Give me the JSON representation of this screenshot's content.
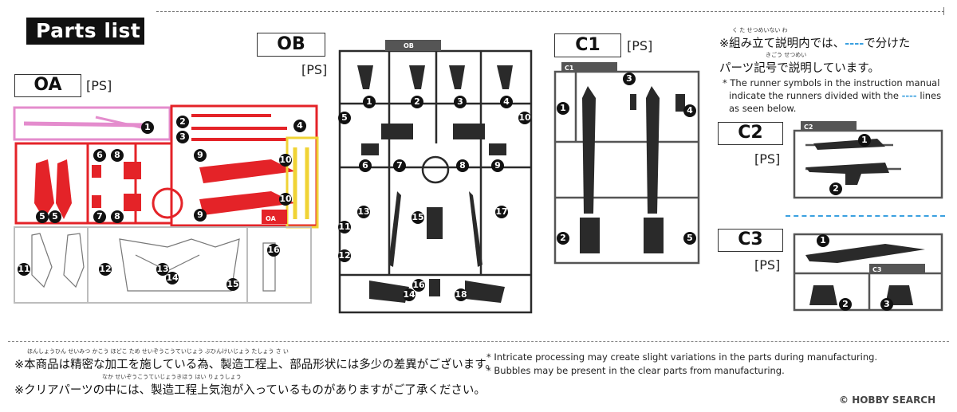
{
  "header": {
    "title": "Parts list"
  },
  "runners": {
    "oa": {
      "label": "OA",
      "ps": "[PS]",
      "tag": "OA",
      "numbers": [
        "1",
        "2",
        "3",
        "4",
        "5",
        "5",
        "6",
        "7",
        "8",
        "8",
        "9",
        "9",
        "10",
        "10",
        "11",
        "12",
        "13",
        "14",
        "15",
        "16"
      ]
    },
    "ob": {
      "label": "OB",
      "ps": "[PS]",
      "tag": "OB",
      "numbers": [
        "1",
        "2",
        "3",
        "4",
        "5",
        "6",
        "7",
        "8",
        "9",
        "10",
        "11",
        "12",
        "13",
        "14",
        "15",
        "16",
        "17",
        "18"
      ]
    },
    "c1": {
      "label": "C1",
      "ps": "[PS]",
      "tag": "C1",
      "numbers": [
        "1",
        "2",
        "3",
        "4",
        "5"
      ]
    },
    "c2": {
      "label": "C2",
      "ps": "[PS]",
      "tag": "C2",
      "numbers": [
        "1",
        "2"
      ]
    },
    "c3": {
      "label": "C3",
      "ps": "[PS]",
      "tag": "C3",
      "numbers": [
        "1",
        "2",
        "3"
      ]
    }
  },
  "note": {
    "jp_line1_pre": "※組み立て説明内では、",
    "jp_line1_dash": "----",
    "jp_line1_post": "で分けた",
    "jp_line2": "パーツ記号で説明しています。",
    "ruby1": "く   た      せつめいない                             わ",
    "ruby2": "きごう    せつめい",
    "en_line1": "* The runner symbols in the instruction manual",
    "en_line2_pre": "indicate the runners divided with the",
    "en_line2_dash": "----",
    "en_line2_post": "lines",
    "en_line3": "as seen below."
  },
  "footer": {
    "ruby1": "ほんしょうひん   せいみつ  かこう  ほどこ                ため  せいぞうこうていじょう  ぶひんけいじょう         たしょう     さ   い",
    "jp1": "※本商品は精密な加工を施している為、製造工程上、部品形状には多少の差異がございます。",
    "ruby2": "なか                  せいぞうこうていじょうきほう  はい                                           りょうしょう",
    "jp2": "※クリアパーツの中には、製造工程上気泡が入っているものがありますがご了承ください。",
    "en1": "* Intricate processing may create slight variations in the parts during manufacturing.",
    "en2": "* Bubbles may be present in the clear parts from manufacturing."
  },
  "watermark": {
    "text": "HOBBY SEARCH",
    "copyright": "©"
  },
  "colors": {
    "pink": "#e48ccd",
    "red": "#e42328",
    "yellow": "#f0d335",
    "gray_sprue": "#c8c8c8",
    "dark_sprue": "#2a2a2a",
    "blue_dash": "#3aa0e0"
  }
}
